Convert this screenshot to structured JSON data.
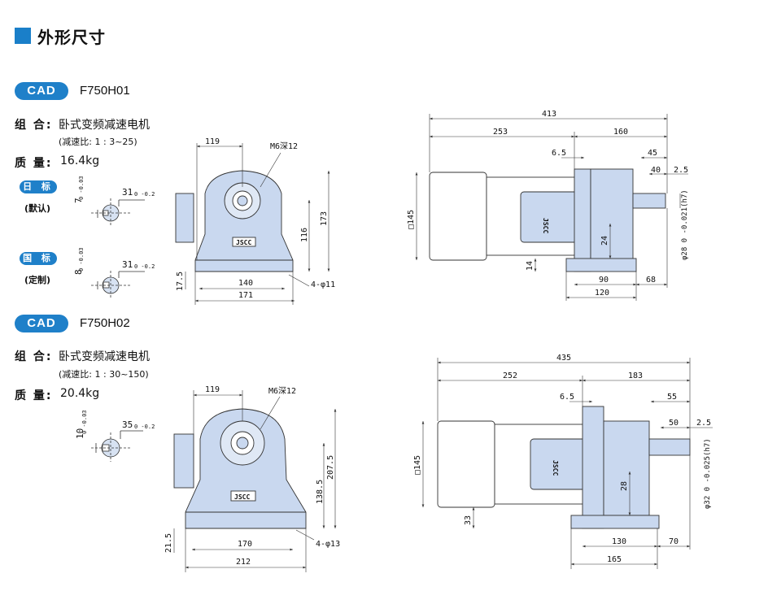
{
  "section": {
    "title": "外形尺寸"
  },
  "models": [
    {
      "cad": "CAD",
      "model": "F750H01",
      "combo_label": "组 合:",
      "combo_value": "卧式变频减速电机",
      "ratio": "(减速比: 1 : 3~25)",
      "mass_label": "质 量:",
      "mass_value": "16.4kg",
      "standards": [
        {
          "badge": "日 标",
          "note": "(默认)",
          "key_dim": "7",
          "key_tol": "0 -0.03",
          "shaft_dim": "31",
          "shaft_tol": "0 -0.2"
        },
        {
          "badge": "国 标",
          "note": "(定制)",
          "key_dim": "8",
          "key_tol": "0 -0.03",
          "shaft_dim": "31",
          "shaft_tol": "0 -0.2"
        }
      ],
      "front_view": {
        "d_119": "119",
        "d_bolt": "M6深12",
        "d_116": "116",
        "d_173": "173",
        "d_17_5": "17.5",
        "d_140": "140",
        "d_171": "171",
        "d_holes": "4-φ11",
        "brand": "JSCC"
      },
      "side_view": {
        "d_413": "413",
        "d_253": "253",
        "d_160": "160",
        "d_6_5": "6.5",
        "d_45": "45",
        "d_40": "40",
        "d_2_5": "2.5",
        "d_145": "□145",
        "d_24": "24",
        "d_14": "14",
        "d_90": "90",
        "d_68": "68",
        "d_120": "120",
        "d_shaft": "φ28 0 -0.021(h7)",
        "brand": "JSCC"
      }
    },
    {
      "cad": "CAD",
      "model": "F750H02",
      "combo_label": "组 合:",
      "combo_value": "卧式变频减速电机",
      "ratio": "(减速比: 1 : 30~150)",
      "mass_label": "质 量:",
      "mass_value": "20.4kg",
      "standards": [
        {
          "key_dim": "10",
          "key_tol": "0 -0.03",
          "shaft_dim": "35",
          "shaft_tol": "0 -0.2"
        }
      ],
      "front_view": {
        "d_119": "119",
        "d_bolt": "M6深12",
        "d_138_5": "138.5",
        "d_207_5": "207.5",
        "d_21_5": "21.5",
        "d_170": "170",
        "d_212": "212",
        "d_holes": "4-φ13",
        "brand": "JSCC"
      },
      "side_view": {
        "d_435": "435",
        "d_252": "252",
        "d_183": "183",
        "d_6_5": "6.5",
        "d_55": "55",
        "d_50": "50",
        "d_2_5": "2.5",
        "d_145": "□145",
        "d_28": "28",
        "d_33": "33",
        "d_130": "130",
        "d_70": "70",
        "d_165": "165",
        "d_shaft": "φ32 0 -0.025(h7)",
        "brand": "JSCC"
      }
    }
  ],
  "colors": {
    "accent": "#1f80c9",
    "part_fill": "#c9d8ef",
    "motor_fill": "#ffffff",
    "line": "#333333"
  }
}
